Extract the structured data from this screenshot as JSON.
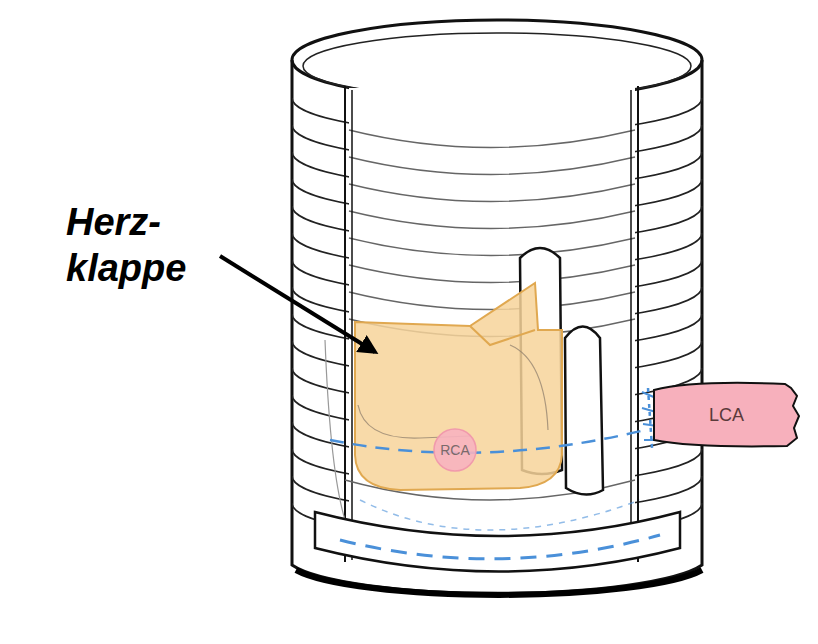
{
  "diagram": {
    "nodes": [
      {
        "text": [
          "RCA"
        ]
      },
      {
        "text": [
          "LCA"
        ]
      }
    ],
    "labels": [
      "Herz- klappe"
    ]
  }
}
